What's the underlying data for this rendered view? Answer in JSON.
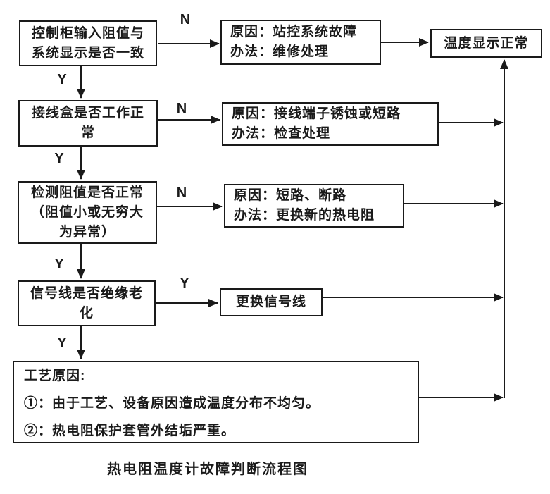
{
  "flowchart": {
    "caption": "热电阻温度计故障判断流程图",
    "branch_labels": {
      "no": "N",
      "yes": "Y"
    },
    "nodes": {
      "q1": {
        "lines": [
          "控制柜输入阻值与",
          "系统显示是否一致"
        ]
      },
      "r1": {
        "lines": [
          "原因：站控系统故障",
          "办法：维修处理"
        ]
      },
      "end": {
        "lines": [
          "温度显示正常"
        ]
      },
      "q2": {
        "lines": [
          "接线盒是否工作正",
          "常"
        ]
      },
      "r2": {
        "lines": [
          "原因：接线端子锈蚀或短路",
          "办法：检查处理"
        ]
      },
      "q3": {
        "lines": [
          "检测阻值是否正常",
          "（阻值小或无穷大",
          "为异常）"
        ]
      },
      "r3": {
        "lines": [
          "原因：短路、断路",
          "办法：更换新的热电阻"
        ]
      },
      "q4": {
        "lines": [
          "信号线是否绝缘老",
          "化"
        ]
      },
      "r4": {
        "lines": [
          "更换信号线"
        ]
      },
      "process": {
        "lines": [
          "工艺原因:",
          "①：由于工艺、设备原因造成温度分布不均匀。",
          "②：热电阻保护套管外结垢严重。"
        ]
      }
    },
    "colors": {
      "line": "#1a1a1a",
      "text": "#1a1a1a",
      "background": "#ffffff"
    }
  }
}
